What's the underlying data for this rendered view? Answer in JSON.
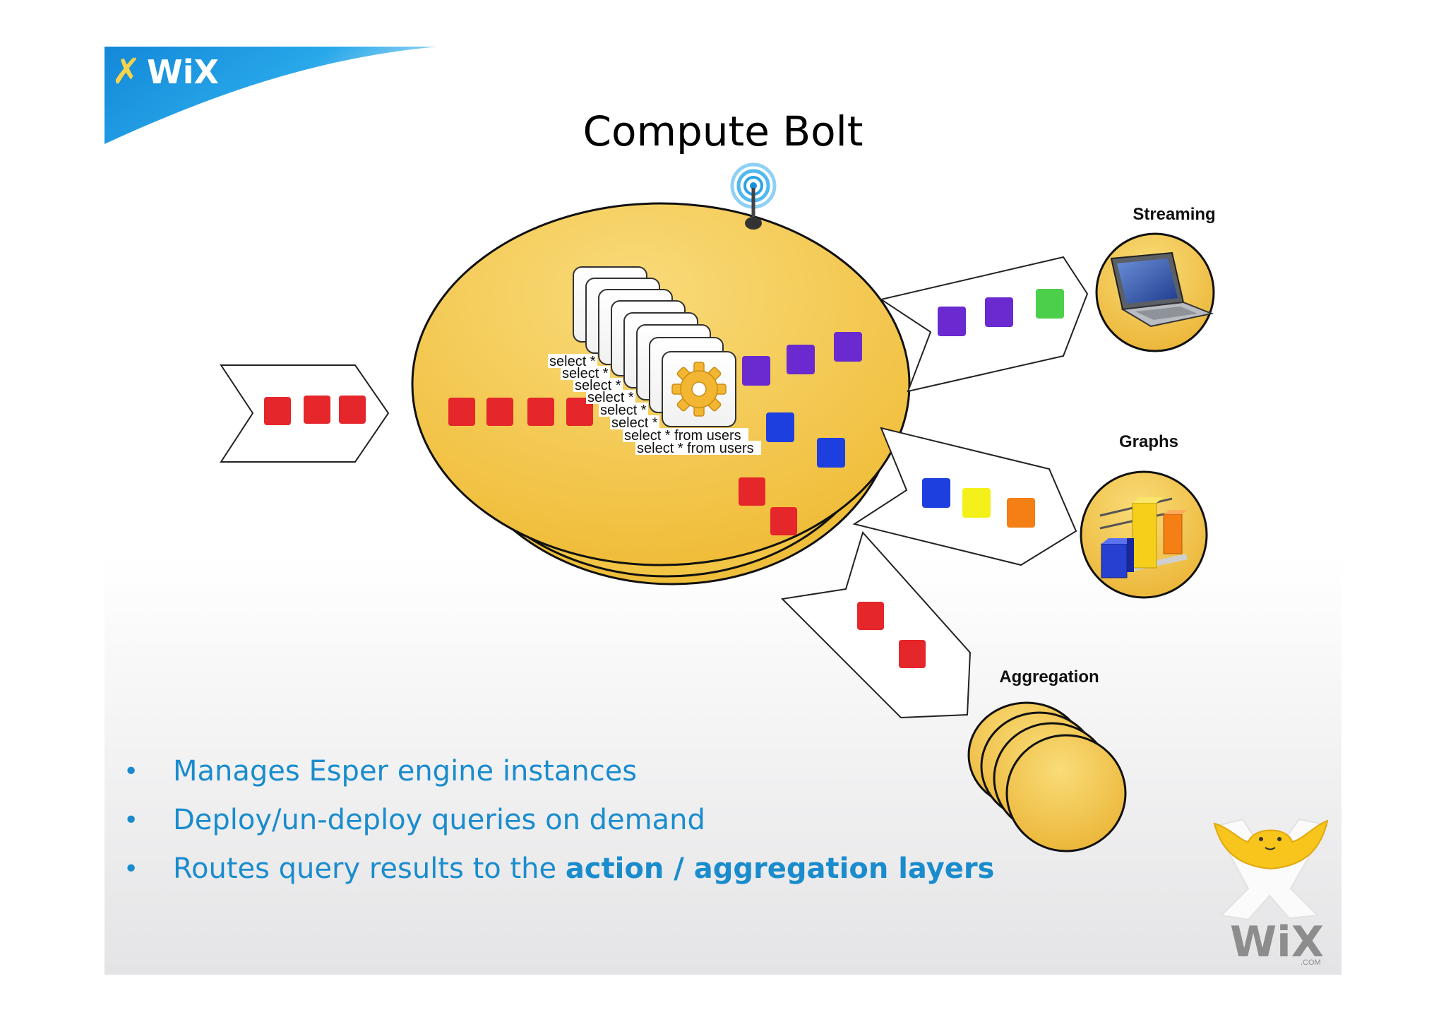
{
  "slide": {
    "title": "Compute Bolt",
    "brand": {
      "top_logo_text": "WiX",
      "bottom_logo_text": "WiX",
      "bottom_logo_suffix": ".COM",
      "brand_blue": "#1a9ad9",
      "logo_yellow": "#f7c51c"
    },
    "colors": {
      "bolt_fill": "#f3c84a",
      "text_blue": "#1a8ccd",
      "red": "#e5262b",
      "purple": "#6a2ad0",
      "blue": "#1e3fe0",
      "green": "#4cd04c",
      "yellow": "#f4f01a",
      "orange": "#f47f14"
    },
    "icons": [
      "broadcast-antenna-icon",
      "gear-icon",
      "laptop-icon",
      "bar-graph-icon"
    ],
    "query_cards": {
      "fragment": "select *",
      "full_query": "select * from users"
    },
    "outputs": {
      "streaming_label": "Streaming",
      "graphs_label": "Graphs",
      "aggregation_label": "Aggregation"
    },
    "bullets": [
      {
        "text": "Manages Esper engine instances",
        "bold": ""
      },
      {
        "text": "Deploy/un-deploy queries on demand",
        "bold": ""
      },
      {
        "text": "Routes query results to the ",
        "bold": "action / aggregation layers"
      }
    ]
  }
}
